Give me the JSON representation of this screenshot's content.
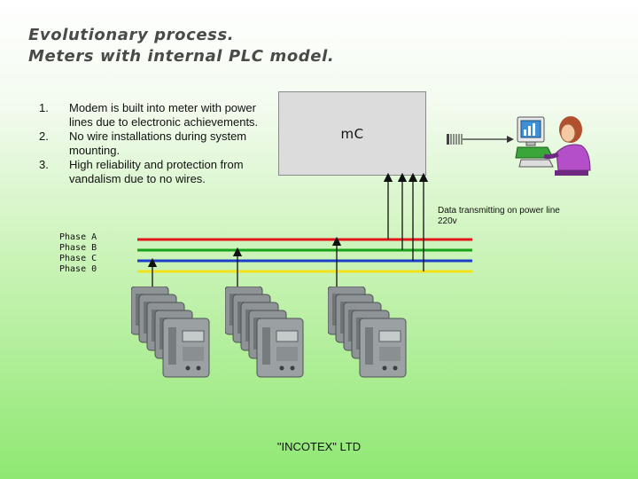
{
  "title": {
    "line1": "Evolutionary process.",
    "line2": "Meters with internal PLC model."
  },
  "points": [
    {
      "num": "1.",
      "text": "Modem is built into meter with power lines due to electronic achievements."
    },
    {
      "num": "2.",
      "text": "No wire installations during system mounting."
    },
    {
      "num": "3.",
      "text": "High reliability and protection from vandalism due to no wires."
    }
  ],
  "mc_label": "mC",
  "caption": "Data transmitting on power line 220v",
  "phases": [
    "Phase A",
    "Phase B",
    "Phase C",
    "Phase 0"
  ],
  "phase_colors": [
    "#e4141b",
    "#17a317",
    "#1c3fc9",
    "#f3e21a"
  ],
  "footer": "\"INCOTEX\" LTD"
}
